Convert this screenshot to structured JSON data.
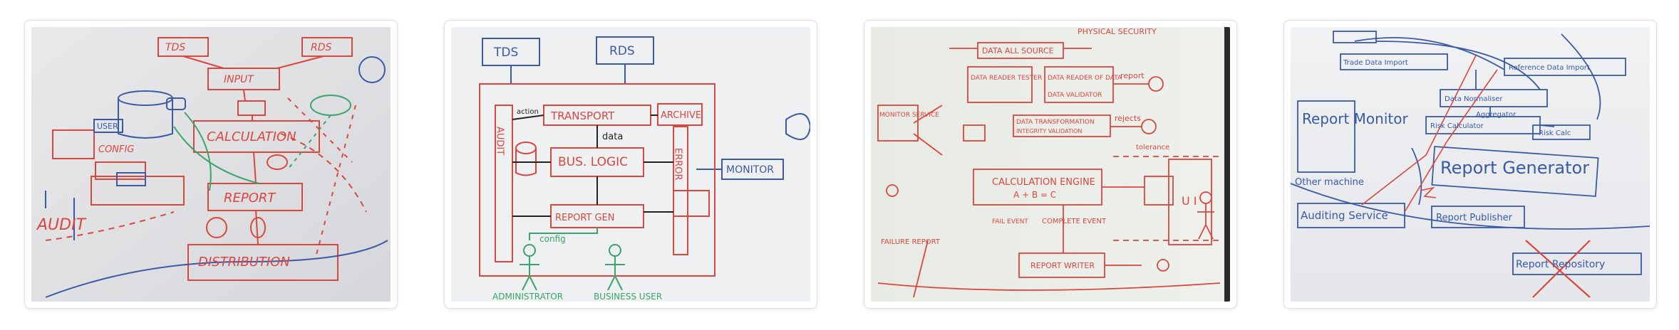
{
  "page": {
    "heading": ""
  },
  "colors": {
    "red_ink": "#d9473f",
    "blue_ink": "#3a5aa6",
    "green_ink": "#3aa56a",
    "black_ink": "#222222"
  },
  "gallery": {
    "photos": [
      {
        "labels": {
          "tds": "TDS",
          "rds": "RDS",
          "input": "INPUT",
          "calculation": "CALCULATION",
          "report": "REPORT",
          "audit": "AUDIT",
          "distribution": "DISTRIBUTION",
          "config": "CONFIG",
          "user": "USER"
        }
      },
      {
        "labels": {
          "tds": "TDS",
          "rds": "RDS",
          "transport": "TRANSPORT",
          "archive": "ARCHIVE",
          "data": "data",
          "bus_logic": "BUS. LOGIC",
          "report_gen": "REPORT GEN",
          "monitor": "MONITOR",
          "audit": "AUDIT",
          "error": "ERROR",
          "administrator": "ADMINISTRATOR",
          "business_user": "BUSINESS USER",
          "config": "config",
          "action": "action"
        }
      },
      {
        "labels": {
          "physical_security": "PHYSICAL SECURITY",
          "data_all_source": "DATA ALL SOURCE",
          "data_reader_tester": "DATA READER TESTER",
          "data_reader_of_data": "DATA READER OF DATA",
          "data_validator": "DATA VALIDATOR",
          "report": "report",
          "data_transformation": "DATA TRANSFORMATION",
          "validation": "INTEGRITY VALIDATION",
          "rejects": "rejects",
          "tolerance": "tolerance",
          "monitor_service": "MONITOR SERVICE",
          "calculation_engine": "CALCULATION ENGINE",
          "formula": "A + B = C",
          "ui": "U I",
          "complete_event": "COMPLETE EVENT",
          "failure_report": "FAILURE REPORT",
          "report_writer": "REPORT WRITER",
          "fail_event": "FAIL EVENT"
        }
      },
      {
        "labels": {
          "trade_data_import": "Trade Data Import",
          "reference_data_import": "Reference Data Import",
          "data_normaliser": "Data Normaliser",
          "aggregator": "Aggregator",
          "risk_calculator": "Risk Calculator",
          "risk_calc": "Risk Calc",
          "report_monitor": "Report Monitor",
          "other_machine": "Other machine",
          "report_generator": "Report Generator",
          "auditing_service": "Auditing Service",
          "report_publisher": "Report Publisher",
          "report_repository": "Report Repository"
        }
      }
    ]
  }
}
